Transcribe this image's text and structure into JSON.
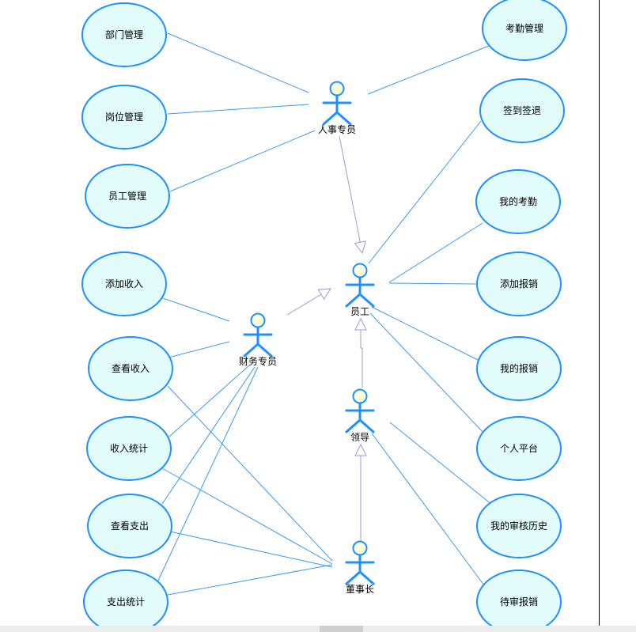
{
  "diagram": {
    "actors": [
      {
        "id": "hr",
        "label": "人事专员"
      },
      {
        "id": "emp",
        "label": "员工"
      },
      {
        "id": "fin",
        "label": "财务专员"
      },
      {
        "id": "lead",
        "label": "领导"
      },
      {
        "id": "boss",
        "label": "董事长"
      }
    ],
    "use_cases": [
      {
        "id": "dept",
        "label": "部门管理"
      },
      {
        "id": "post",
        "label": "岗位管理"
      },
      {
        "id": "staff",
        "label": "员工管理"
      },
      {
        "id": "attmgr",
        "label": "考勤管理"
      },
      {
        "id": "sign",
        "label": "签到签退"
      },
      {
        "id": "myatt",
        "label": "我的考勤"
      },
      {
        "id": "addexp",
        "label": "添加报销"
      },
      {
        "id": "myexp",
        "label": "我的报销"
      },
      {
        "id": "portal",
        "label": "个人平台"
      },
      {
        "id": "history",
        "label": "我的审核历史"
      },
      {
        "id": "pending",
        "label": "待审报销"
      },
      {
        "id": "addinc",
        "label": "添加收入"
      },
      {
        "id": "viewinc",
        "label": "查看收入"
      },
      {
        "id": "incstat",
        "label": "收入统计"
      },
      {
        "id": "viewexp",
        "label": "查看支出"
      },
      {
        "id": "expstat",
        "label": "支出统计"
      }
    ],
    "colors": {
      "ellipse_fill": "#e2fcfc",
      "ellipse_stroke": "#1e90ff",
      "actor_stroke": "#1e90ff",
      "actor_head": "#fdfdd8",
      "association": "#3d9ae8",
      "generalization": "#9b9bd9"
    }
  }
}
